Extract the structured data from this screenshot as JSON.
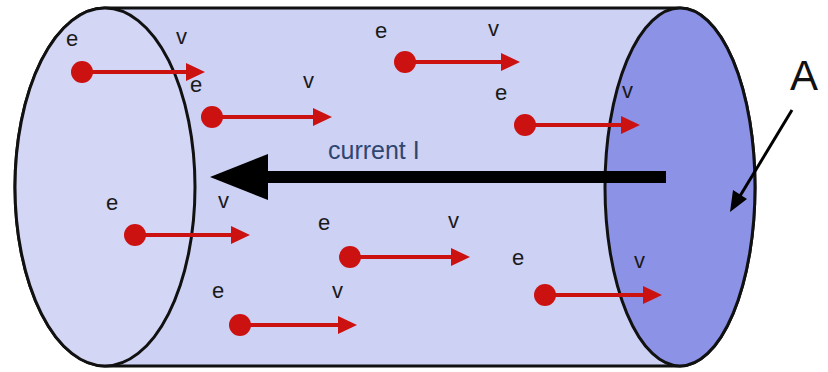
{
  "diagram": {
    "labels": [
      "e",
      "v",
      "e",
      "v",
      "e",
      "v",
      "e",
      "v",
      "e",
      "v",
      "e",
      "v",
      "e",
      "v",
      "e",
      "v",
      "current I",
      "A"
    ]
  }
}
